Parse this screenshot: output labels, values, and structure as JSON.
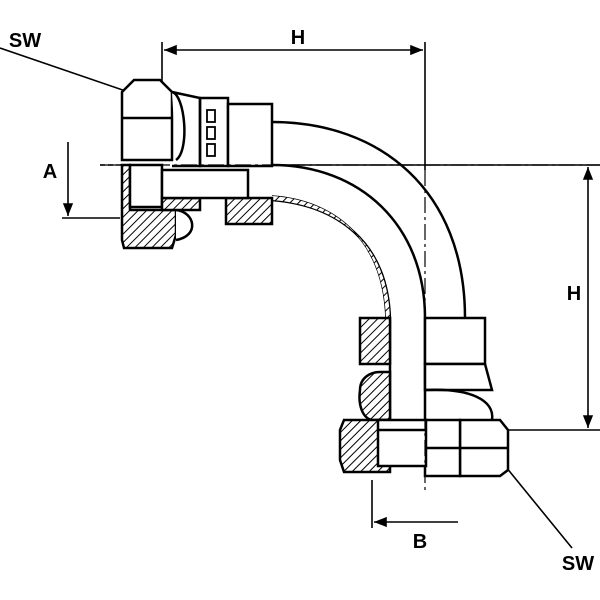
{
  "labels": {
    "sw_top": "SW",
    "sw_bottom": "SW",
    "h_horizontal": "H",
    "h_vertical": "H",
    "a": "A",
    "b": "B"
  },
  "colors": {
    "line": "#000000",
    "background": "#ffffff",
    "hatch": "#000000"
  }
}
